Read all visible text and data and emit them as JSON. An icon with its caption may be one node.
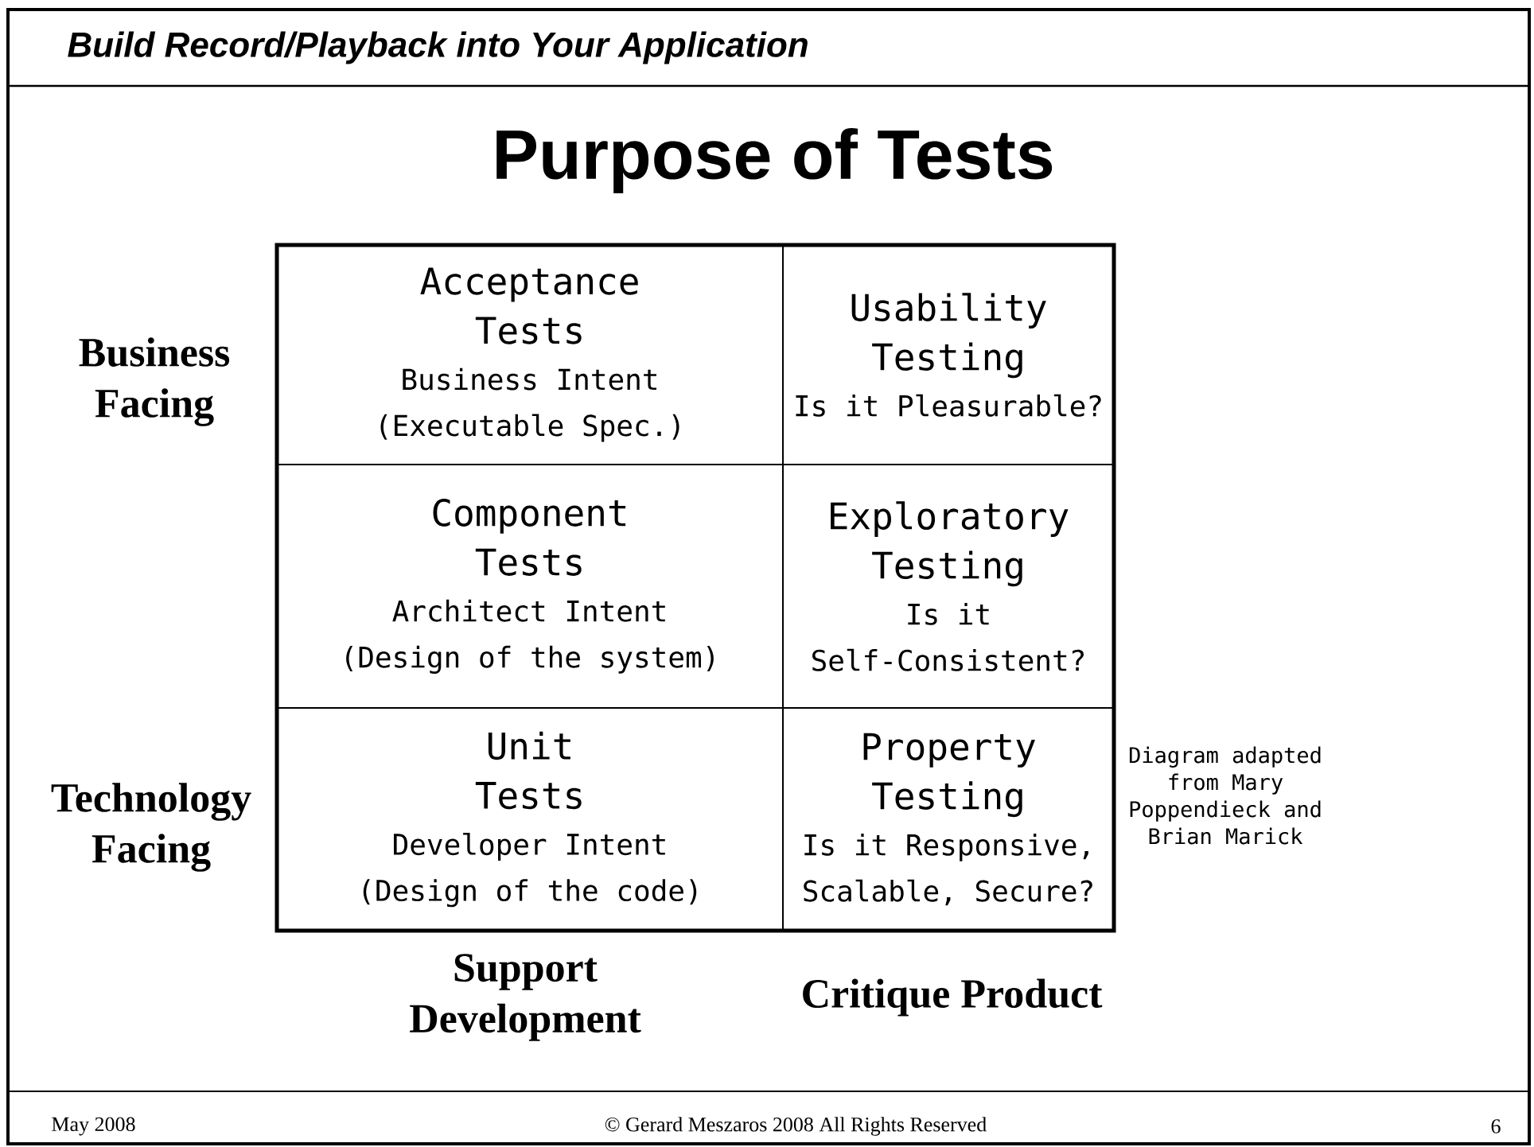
{
  "diagram": {
    "title": "Purpose of Tests",
    "nodes": [
      {
        "text": [
          "Acceptance Tests",
          "Business Intent (Executable Spec.)"
        ]
      },
      {
        "text": [
          "Usability Testing",
          "Is it Pleasurable?"
        ]
      },
      {
        "text": [
          "Component Tests",
          "Architect Intent (Design of the system)"
        ]
      },
      {
        "text": [
          "Exploratory Testing",
          "Is it Self-Consistent?"
        ]
      },
      {
        "text": [
          "Unit Tests",
          "Developer Intent (Design of the code)"
        ]
      },
      {
        "text": [
          "Property Testing",
          "Is it Responsive, Scalable, Secure?"
        ]
      }
    ],
    "labels": [
      "Build Record/Playback into Your Application",
      "Business Facing",
      "Technology Facing",
      "Diagram adapted from Mary Poppendieck and Brian Marick",
      "Support Development",
      "Critique Product",
      "May 2008",
      "© Gerard Meszaros 2008 All Rights Reserved",
      "6"
    ]
  }
}
